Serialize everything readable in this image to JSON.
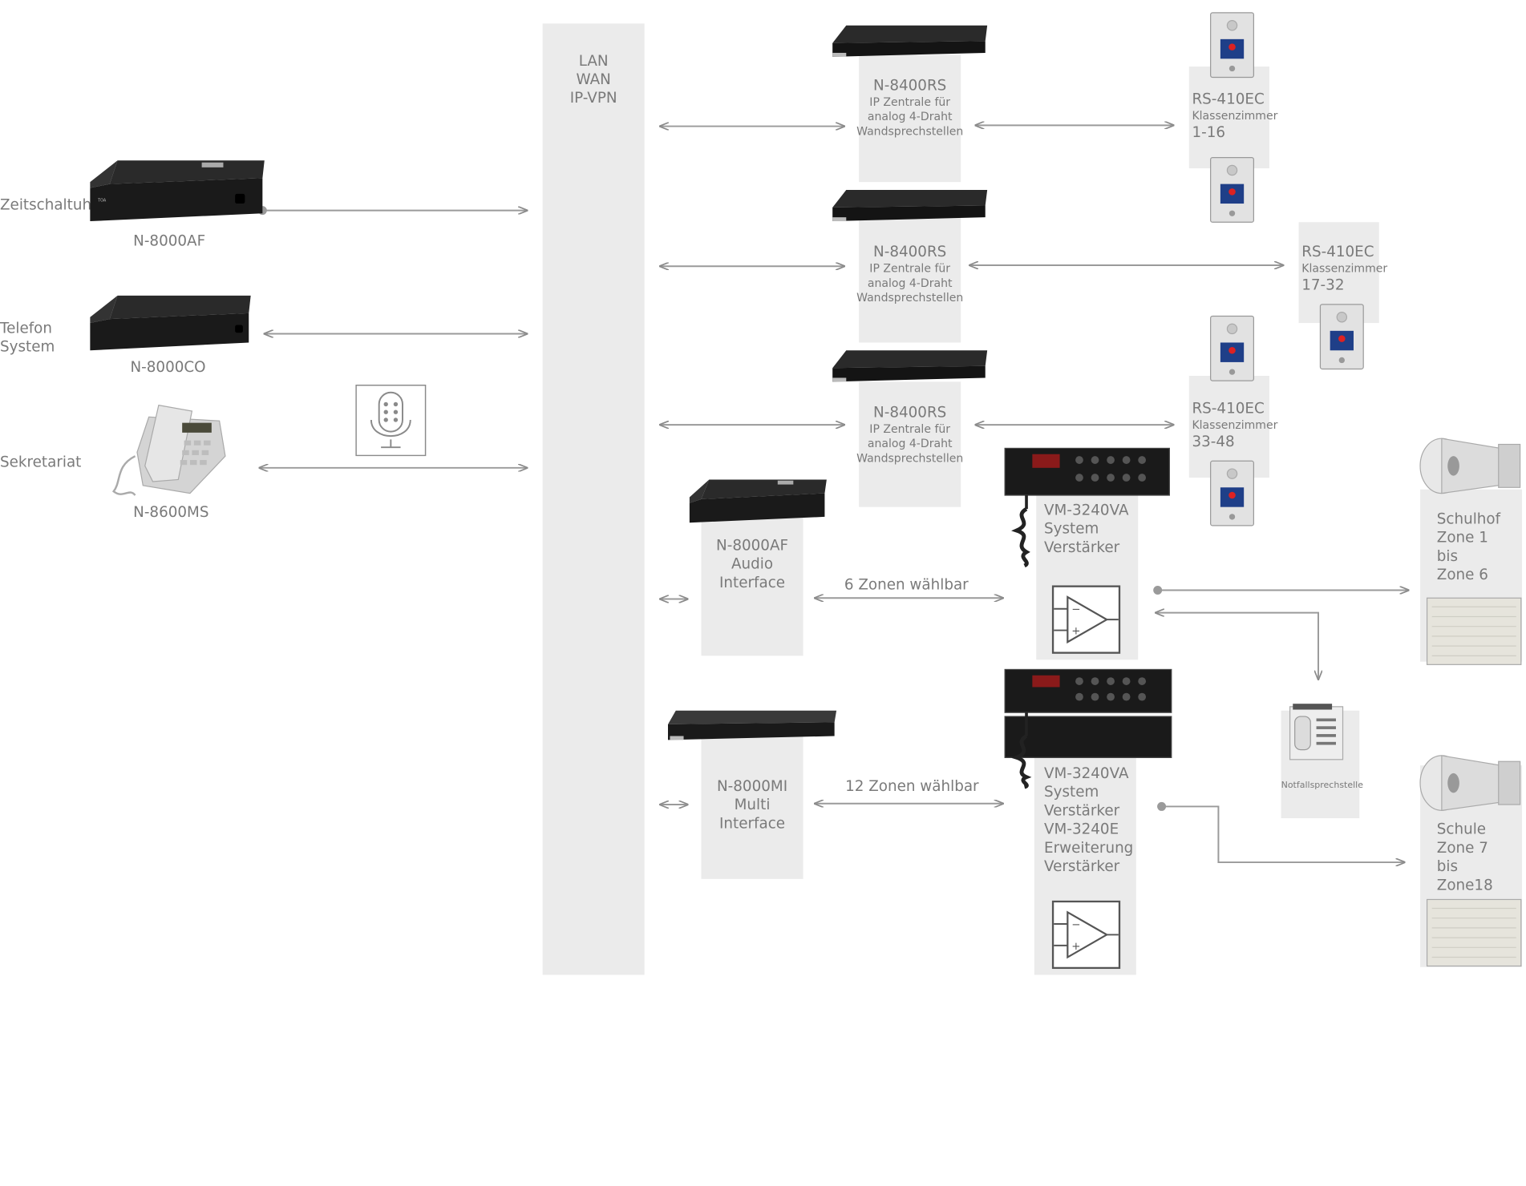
{
  "network": {
    "line1": "LAN",
    "line2": "WAN",
    "line3": "IP-VPN"
  },
  "left": {
    "zeitschaltuhr": "Zeitschaltuhr",
    "n8000af": "N-8000AF",
    "telefon1": "Telefon",
    "telefon2": "System",
    "n8000co": "N-8000CO",
    "sekretariat": "Sekretariat",
    "n8600ms": "N-8600MS"
  },
  "rs_units": [
    {
      "model": "N-8400RS",
      "line1": "IP Zentrale für",
      "line2": "analog 4-Draht",
      "line3": "Wandsprechstellen"
    },
    {
      "model": "N-8400RS",
      "line1": "IP Zentrale für",
      "line2": "analog 4-Draht",
      "line3": "Wandsprechstellen"
    },
    {
      "model": "N-8400RS",
      "line1": "IP Zentrale für",
      "line2": "analog 4-Draht",
      "line3": "Wandsprechstellen"
    }
  ],
  "stations": [
    {
      "model": "RS-410EC",
      "room": "Klassenzimmer",
      "range": "1-16"
    },
    {
      "model": "RS-410EC",
      "room": "Klassenzimmer",
      "range": "17-32"
    },
    {
      "model": "RS-410EC",
      "room": "Klassenzimmer",
      "range": "33-48"
    }
  ],
  "audio_if": {
    "l1": "N-8000AF",
    "l2": "Audio",
    "l3": "Interface"
  },
  "multi_if": {
    "l1": "N-8000MI",
    "l2": "Multi",
    "l3": "Interface"
  },
  "zones6": "6 Zonen wählbar",
  "zones12": "12 Zonen wählbar",
  "amp1": {
    "l1": "VM-3240VA",
    "l2": "System",
    "l3": "Verstärker"
  },
  "amp2": {
    "l1": "VM-3240VA",
    "l2": "System",
    "l3": "Verstärker",
    "l4": "VM-3240E",
    "l5": "Erweiterung",
    "l6": "Verstärker"
  },
  "schulhof": {
    "l1": "Schulhof",
    "l2": "Zone 1",
    "l3": "bis",
    "l4": "Zone 6"
  },
  "schule": {
    "l1": "Schule",
    "l2": "Zone 7",
    "l3": "bis",
    "l4": "Zone18"
  },
  "notfall": "Notfallsprechstelle"
}
